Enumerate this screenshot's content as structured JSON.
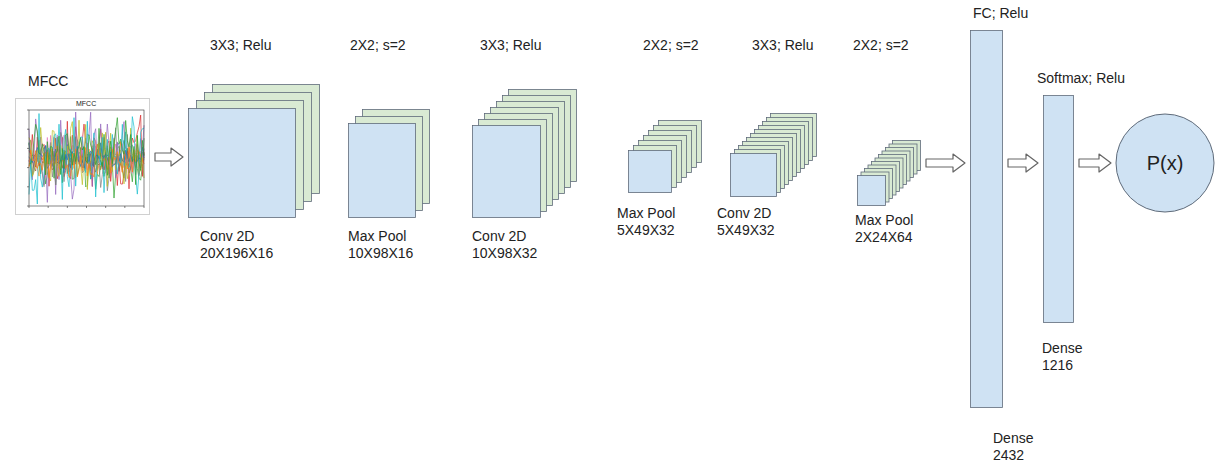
{
  "diagram": {
    "nodes": [
      {
        "text": [
          "MFCC"
        ]
      },
      {
        "text": [
          "3X3; Relu",
          "Conv 2D 20X196X16"
        ]
      },
      {
        "text": [
          "2X2; s=2",
          "Max Pool 10X98X16"
        ]
      },
      {
        "text": [
          "3X3; Relu",
          "Conv 2D 10X98X32"
        ]
      },
      {
        "text": [
          "2X2; s=2",
          "Max Pool 5X49X32"
        ]
      },
      {
        "text": [
          "3X3; Relu",
          "Conv 2D 5X49X32"
        ]
      },
      {
        "text": [
          "2X2; s=2",
          "Max Pool 2X24X64"
        ]
      },
      {
        "text": [
          "FC; Relu",
          "Dense 2432"
        ]
      },
      {
        "text": [
          "Softmax; Relu",
          "Dense 1216"
        ]
      },
      {
        "text": [
          "P(x)"
        ]
      }
    ],
    "edges": [
      {
        "from": 0,
        "to": 1,
        "arrow": "to"
      },
      {
        "from": 6,
        "to": 7,
        "arrow": "to"
      },
      {
        "from": 7,
        "to": 8,
        "arrow": "to"
      },
      {
        "from": 8,
        "to": 9,
        "arrow": "to"
      }
    ],
    "labels": [
      "MFCC"
    ]
  }
}
